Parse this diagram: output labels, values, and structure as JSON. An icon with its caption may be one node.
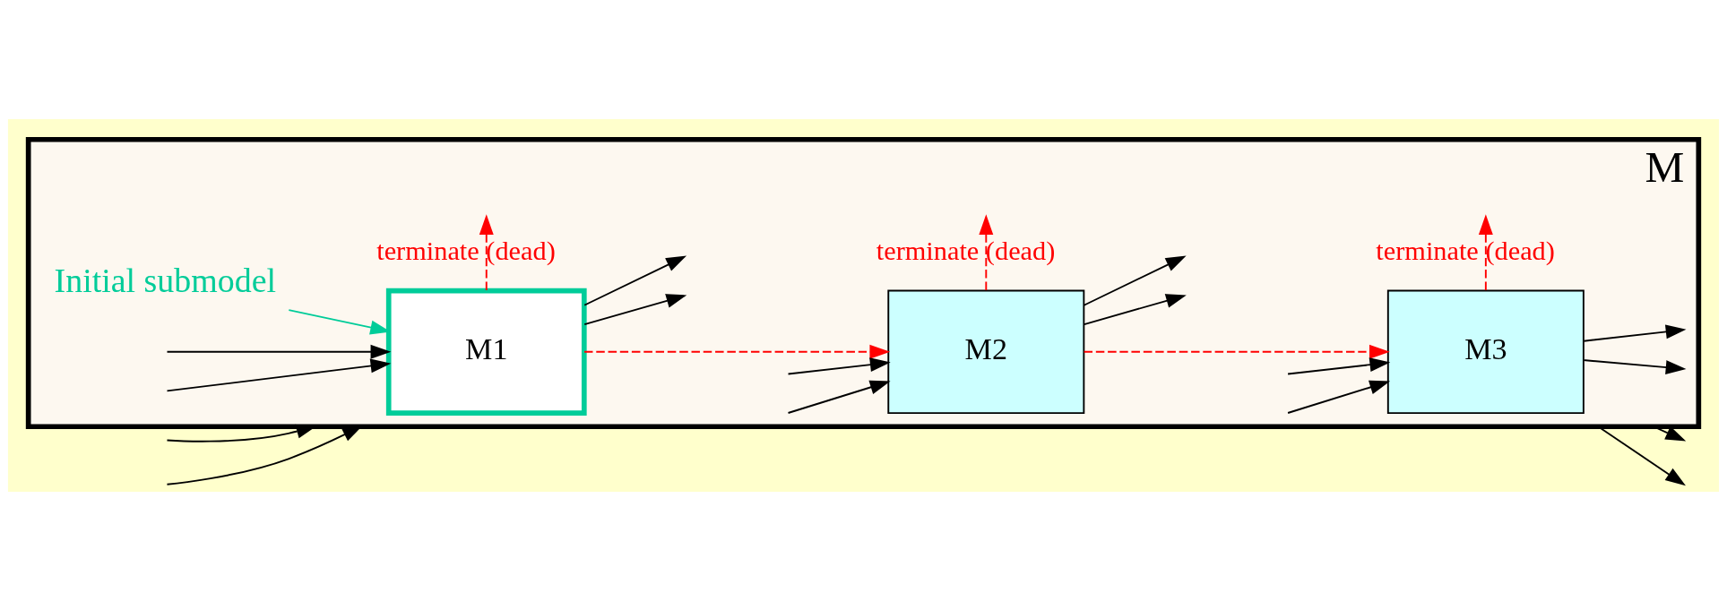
{
  "diagram": {
    "nodes": [
      {
        "text": [
          "M"
        ]
      },
      {
        "text": [
          "M1"
        ],
        "in": 0
      },
      {
        "text": [
          "M2"
        ],
        "in": 0
      },
      {
        "text": [
          "M3"
        ],
        "in": 0
      },
      {
        "text": [
          "Initial submodel"
        ],
        "in": 0
      }
    ],
    "edges": [
      {
        "from": null,
        "to": 0,
        "arrow": "to"
      },
      {
        "from": null,
        "to": 0,
        "arrow": "to"
      },
      {
        "from": 0,
        "to": null,
        "arrow": "to"
      },
      {
        "from": 0,
        "to": null,
        "arrow": "to"
      },
      {
        "from": null,
        "to": 1,
        "arrow": "to"
      },
      {
        "from": null,
        "to": 1,
        "arrow": "to"
      },
      {
        "from": 1,
        "to": null,
        "arrow": "to"
      },
      {
        "from": 1,
        "to": null,
        "arrow": "to"
      },
      {
        "from": 1,
        "to": null,
        "label": "terminate (dead)",
        "arrow": "to",
        "style": "dashed",
        "color": "#ff0000"
      },
      {
        "from": 1,
        "to": 2,
        "arrow": "to",
        "style": "dashed",
        "color": "#ff0000"
      },
      {
        "from": 2,
        "to": null,
        "arrow": "to"
      },
      {
        "from": null,
        "to": 2,
        "arrow": "to"
      },
      {
        "from": 2,
        "to": null,
        "arrow": "to"
      },
      {
        "from": null,
        "to": 2,
        "arrow": "to"
      },
      {
        "from": 2,
        "to": null,
        "label": "terminate (dead)",
        "arrow": "to",
        "style": "dashed",
        "color": "#ff0000"
      },
      {
        "from": 2,
        "to": 3,
        "arrow": "to",
        "style": "dashed",
        "color": "#ff0000"
      },
      {
        "from": null,
        "to": 3,
        "arrow": "to"
      },
      {
        "from": 3,
        "to": null,
        "arrow": "to"
      },
      {
        "from": null,
        "to": 3,
        "arrow": "to"
      },
      {
        "from": 3,
        "to": null,
        "arrow": "to"
      },
      {
        "from": 3,
        "to": null,
        "label": "terminate (dead)",
        "arrow": "to",
        "style": "dashed",
        "color": "#ff0000"
      },
      {
        "from": 4,
        "to": 1,
        "arrow": "to",
        "color": "#00cc99"
      }
    ]
  }
}
